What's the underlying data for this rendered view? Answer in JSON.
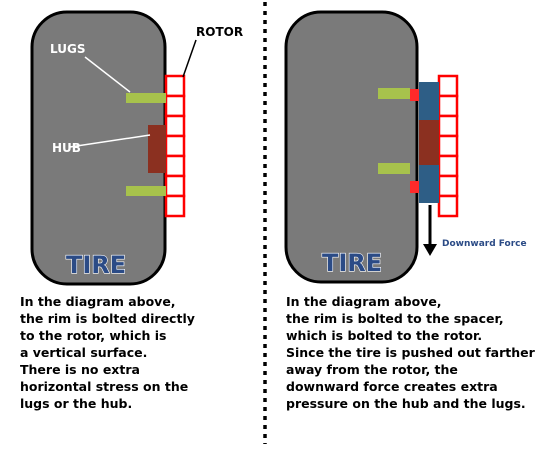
{
  "colors": {
    "tire": "#7a7a7a",
    "tire_outline": "#000000",
    "rotor": "#ff0000",
    "lug": "#a7c24c",
    "hub": "#8b3020",
    "spacer": "#2e5e86",
    "tire_label": "#2b4b86",
    "divider": "#000000"
  },
  "left": {
    "labels": {
      "lugs": "LUGS",
      "hub": "HUB",
      "rotor": "ROTOR",
      "tire": "TIRE"
    },
    "caption": [
      "In the diagram above,",
      "the rim is bolted directly",
      "to the rotor, which is",
      "a vertical surface.",
      "There is no extra",
      "horizontal stress on the",
      "lugs or the hub."
    ]
  },
  "right": {
    "labels": {
      "tire": "TIRE",
      "force": "Downward Force"
    },
    "caption": [
      "In the diagram above,",
      "the rim is bolted to the spacer,",
      "which is bolted to the rotor.",
      "Since the tire is pushed out farther",
      "away from the rotor, the",
      "downward force creates extra",
      "pressure on the hub and the lugs."
    ]
  }
}
